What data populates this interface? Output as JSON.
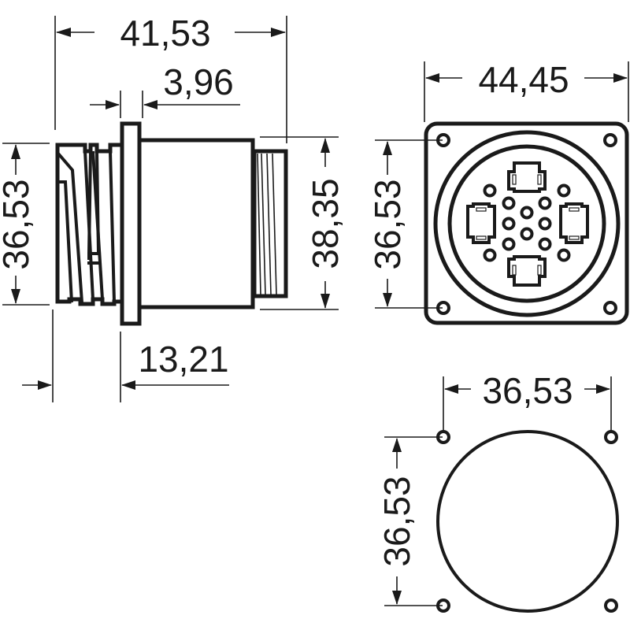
{
  "drawing": {
    "type": "technical-dimension-drawing",
    "subject": "square-flange circular connector",
    "units_decimal_separator": ",",
    "line_color": "#1a1a1a",
    "background": "#ffffff"
  },
  "side_view": {
    "overall_length": "41,53",
    "flange_thickness": "3,96",
    "height_left": "36,53",
    "height_right": "38,35",
    "front_length": "13,21"
  },
  "front_view": {
    "flange_width": "44,45",
    "hole_spacing_vertical": "36,53",
    "contacts": {
      "large_rectangular": 4,
      "small_round_inner": 8,
      "small_round_outer": 4,
      "mounting_holes": 4
    }
  },
  "panel_cutout": {
    "hole_spacing_horizontal": "36,53",
    "hole_spacing_vertical": "36,53",
    "mounting_holes": 4
  }
}
